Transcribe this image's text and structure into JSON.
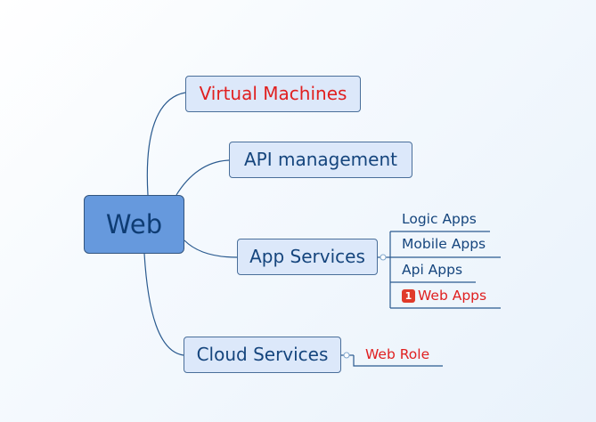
{
  "root": {
    "label": "Web"
  },
  "topics": {
    "virtual_machines": {
      "label": "Virtual Machines"
    },
    "api_management": {
      "label": "API management"
    },
    "app_services": {
      "label": "App Services",
      "children": {
        "logic_apps": {
          "label": "Logic Apps"
        },
        "mobile_apps": {
          "label": "Mobile Apps"
        },
        "api_apps": {
          "label": "Api Apps"
        },
        "web_apps": {
          "label": "Web Apps",
          "priority": "1"
        }
      }
    },
    "cloud_services": {
      "label": "Cloud Services",
      "children": {
        "web_role": {
          "label": "Web Role"
        }
      }
    }
  },
  "colors": {
    "root_fill": "#6699dd",
    "topic_fill": "#dce8fa",
    "connector": "#2a5a8f",
    "highlight_text": "#e02020",
    "text": "#15457d",
    "priority_badge": "#e03a2a"
  },
  "icons": {
    "priority_badge": "priority-1-icon",
    "collapse_marker": "collapse-toggle-icon"
  }
}
